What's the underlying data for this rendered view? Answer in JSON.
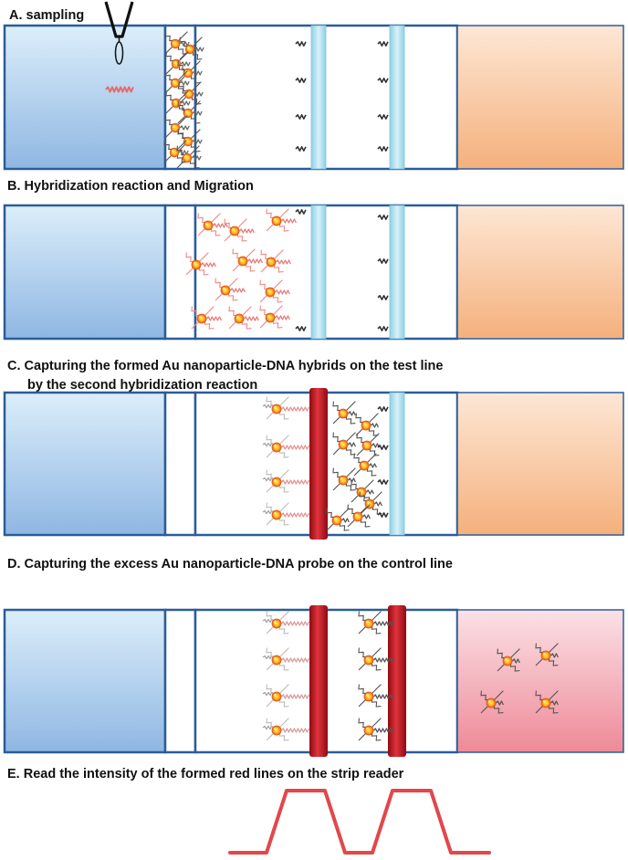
{
  "panels": [
    {
      "caption": [
        "A. sampling"
      ]
    },
    {
      "caption": [
        "B. Hybridization reaction and Migration"
      ]
    },
    {
      "caption": [
        "C. Capturing the formed Au nanoparticle-DNA hybrids on the test line",
        "by the second hybridization reaction"
      ]
    },
    {
      "caption": [
        "D. Capturing the excess  Au nanoparticle-DNA probe on the control line"
      ]
    }
  ],
  "reader": {
    "caption": "E. Read the intensity of the formed red lines on the strip reader"
  },
  "colors": {
    "strip_border": "#2a5d9a",
    "sample_pad_top": "#dceefa",
    "sample_pad_bottom": "#8fb7e3",
    "absorbent_pad_top": "#fde7d5",
    "absorbent_pad_bottom": "#f5b07c",
    "absorbent_pad_red_top": "#fbe1e6",
    "absorbent_pad_red_bottom": "#ee8a98",
    "line_capture_probe": "#a9dcec",
    "line_red": "#c01822",
    "nanoparticle_outer": "#f47a17",
    "nanoparticle_inner": "#ffe24a",
    "target_dna": "#e87070",
    "reader_signal": "#e2474b"
  }
}
